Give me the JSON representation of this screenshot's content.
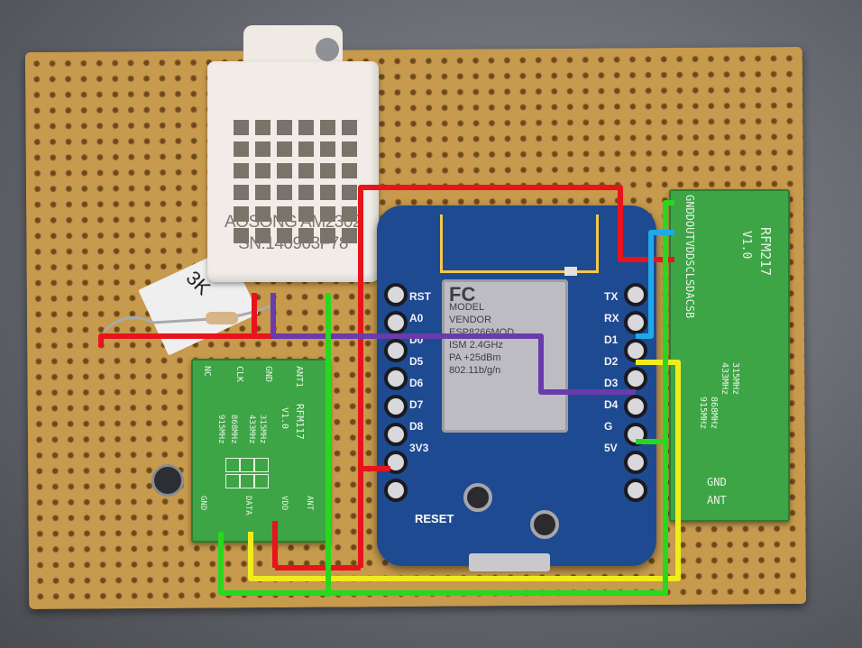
{
  "sensor": {
    "brand_line": "AOSONG AM2302",
    "serial_line": "SN:140903F78"
  },
  "resistor_note": "3K",
  "wemos": {
    "left_pins": [
      "RST",
      "A0",
      "D0",
      "D5",
      "D6",
      "D7",
      "D8",
      "3V3"
    ],
    "right_pins": [
      "TX",
      "RX",
      "D1",
      "D2",
      "D3",
      "D4",
      "G",
      "5V"
    ],
    "chip_text": [
      "MODEL",
      "VENDOR",
      "ESP8266MOD",
      "ISM 2.4GHz",
      "PA +25dBm",
      "802.11b/g/n"
    ],
    "chip_logo": "FC",
    "reset_label": "RESET"
  },
  "rfm_right": {
    "header": "GNDDOUTVDDSCLSDACSB",
    "model": "RFM217",
    "version": "V1.0",
    "freqs": [
      "315MHz",
      "433MHz",
      "868MHz",
      "915MHz"
    ],
    "bottom_labels": [
      "GND",
      "ANT"
    ]
  },
  "rfm_left": {
    "top_labels": [
      "NC",
      "CLK",
      "GND",
      "ANT1"
    ],
    "model": "RFM117",
    "version": "V1.0",
    "freqs": [
      "315MHz",
      "433MHz",
      "868MHz",
      "915MHz"
    ],
    "bottom_labels": [
      "GND",
      "DATA",
      "VDD",
      "ANT"
    ]
  },
  "colors": {
    "red": "#e8141c",
    "purple": "#6a3bab",
    "yellow": "#f0ec1c",
    "green": "#27d81e",
    "blue": "#20a8e8"
  }
}
